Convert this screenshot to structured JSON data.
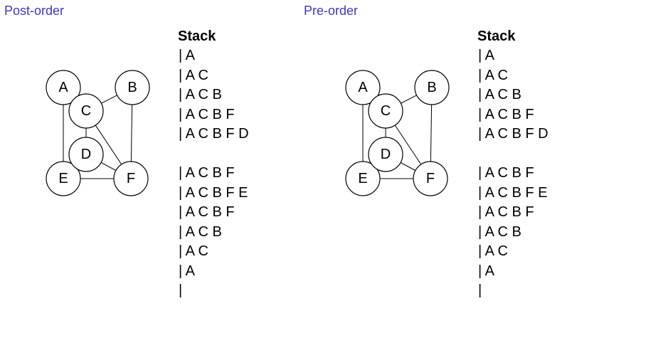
{
  "panels": [
    {
      "title": "Post-order",
      "stack_header": "Stack",
      "graph": {
        "nodes": [
          "A",
          "B",
          "C",
          "D",
          "E",
          "F"
        ],
        "edges": [
          [
            "A",
            "E"
          ],
          [
            "A",
            "C"
          ],
          [
            "C",
            "B"
          ],
          [
            "B",
            "F"
          ],
          [
            "C",
            "D"
          ],
          [
            "C",
            "F"
          ],
          [
            "D",
            "F"
          ],
          [
            "E",
            "F"
          ]
        ]
      },
      "stack_rows": [
        "| A",
        "| A C",
        "| A C B",
        "| A C B F",
        "| A C B F D",
        "",
        "| A C B F",
        "| A C B F E",
        "| A C B F",
        "| A C B",
        "| A C",
        "| A",
        "|"
      ]
    },
    {
      "title": "Pre-order",
      "stack_header": "Stack",
      "graph": {
        "nodes": [
          "A",
          "B",
          "C",
          "D",
          "E",
          "F"
        ],
        "edges": [
          [
            "A",
            "E"
          ],
          [
            "A",
            "C"
          ],
          [
            "C",
            "B"
          ],
          [
            "B",
            "F"
          ],
          [
            "C",
            "D"
          ],
          [
            "C",
            "F"
          ],
          [
            "D",
            "F"
          ],
          [
            "E",
            "F"
          ]
        ]
      },
      "stack_rows": [
        "| A",
        "| A C",
        "| A C B",
        "| A C B F",
        "| A C B F D",
        "",
        "| A C B F",
        "| A C B F E",
        "| A C B F",
        "| A C B",
        "| A C",
        "| A",
        "|"
      ]
    }
  ]
}
